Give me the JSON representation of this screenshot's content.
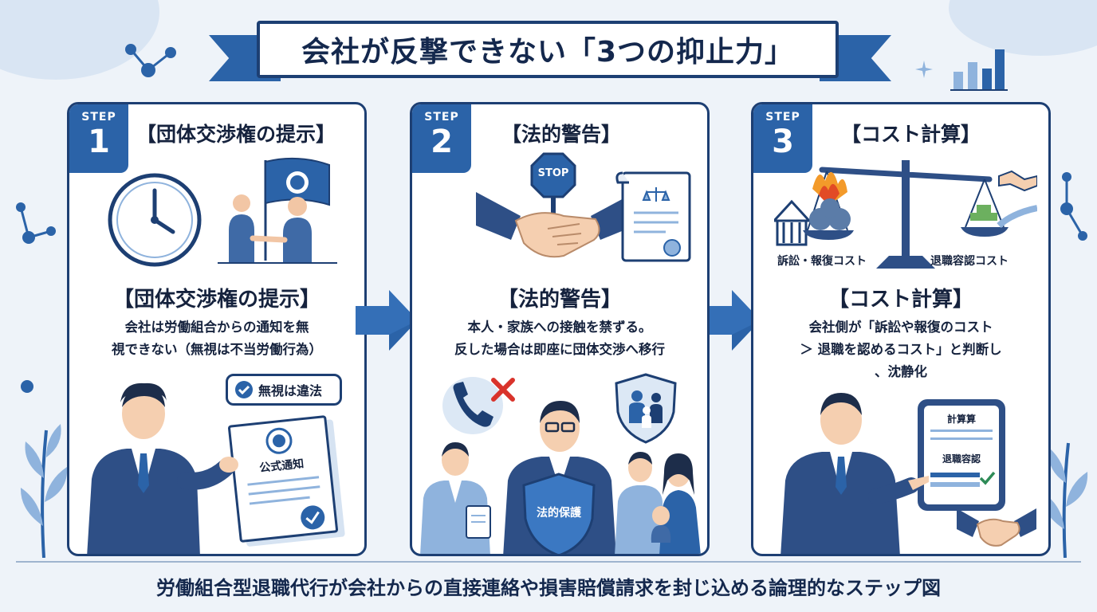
{
  "title": "会社が反撃できない「3つの抑止力」",
  "caption": "労働組合型退職代行が会社からの直接連絡や損害賠償請求を封じ込める論理的なステップ図",
  "steps": [
    {
      "step_label": "STEP",
      "number": "1",
      "title": "【団体交渉権の提示】",
      "heading": "【団体交渉権の提示】",
      "description": [
        "会社は労働組合からの通知を無",
        "視できない（無視は不当労働行為）"
      ],
      "badge": "無視は違法",
      "document_label": "公式通知"
    },
    {
      "step_label": "STEP",
      "number": "2",
      "title": "【法的警告】",
      "heading": "【法的警告】",
      "description": [
        "本人・家族への接触を禁ずる。",
        "反した場合は即座に団体交渉へ移行"
      ],
      "stop_sign": "STOP",
      "shield_label": "法的保護"
    },
    {
      "step_label": "STEP",
      "number": "3",
      "title": "【コスト計算】",
      "heading": "【コスト計算】",
      "description": [
        "会社側が「訴訟や報復のコスト",
        "＞ 退職を認めるコスト」と判断し",
        "、沈静化"
      ],
      "scale_left_label": "訴訟・報復コスト",
      "scale_right_label": "退職容認コスト",
      "tablet_title": "計算算",
      "tablet_label": "退職容認"
    }
  ],
  "colors": {
    "navy": "#1d3f73",
    "accent_blue": "#2b63a8",
    "light_blue": "#8fb3dd",
    "red": "#d9332b",
    "background": "#eef3f9"
  }
}
